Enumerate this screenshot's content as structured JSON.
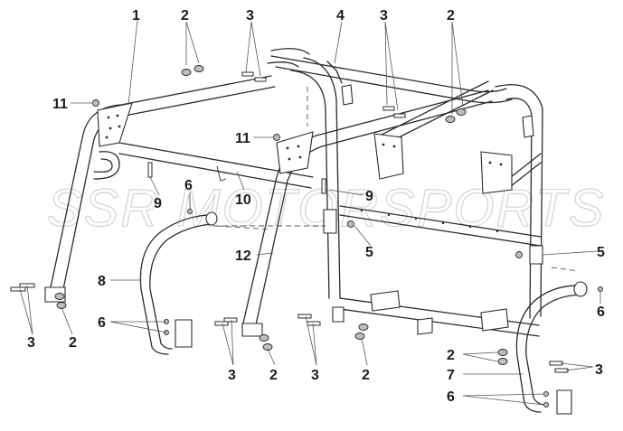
{
  "diagram": {
    "watermark": "SSR MOTORSPORTS",
    "callouts": [
      {
        "id": "c1",
        "label": "1"
      },
      {
        "id": "c2a",
        "label": "2"
      },
      {
        "id": "c3a",
        "label": "3"
      },
      {
        "id": "c4",
        "label": "4"
      },
      {
        "id": "c3b",
        "label": "3"
      },
      {
        "id": "c2b",
        "label": "2"
      },
      {
        "id": "c11a",
        "label": "11"
      },
      {
        "id": "c11b",
        "label": "11"
      },
      {
        "id": "c9a",
        "label": "9"
      },
      {
        "id": "c10",
        "label": "10"
      },
      {
        "id": "c6a",
        "label": "6"
      },
      {
        "id": "c9b",
        "label": "9"
      },
      {
        "id": "c5a",
        "label": "5"
      },
      {
        "id": "c12",
        "label": "12"
      },
      {
        "id": "c8",
        "label": "8"
      },
      {
        "id": "c5b",
        "label": "5"
      },
      {
        "id": "c6b",
        "label": "6"
      },
      {
        "id": "c6c",
        "label": "6"
      },
      {
        "id": "c3c",
        "label": "3"
      },
      {
        "id": "c2c",
        "label": "2"
      },
      {
        "id": "c3d",
        "label": "3"
      },
      {
        "id": "c2d",
        "label": "2"
      },
      {
        "id": "c3e",
        "label": "3"
      },
      {
        "id": "c2e",
        "label": "2"
      },
      {
        "id": "c2f",
        "label": "2"
      },
      {
        "id": "c7",
        "label": "7"
      },
      {
        "id": "c3f",
        "label": "3"
      },
      {
        "id": "c6d",
        "label": "6"
      }
    ]
  }
}
